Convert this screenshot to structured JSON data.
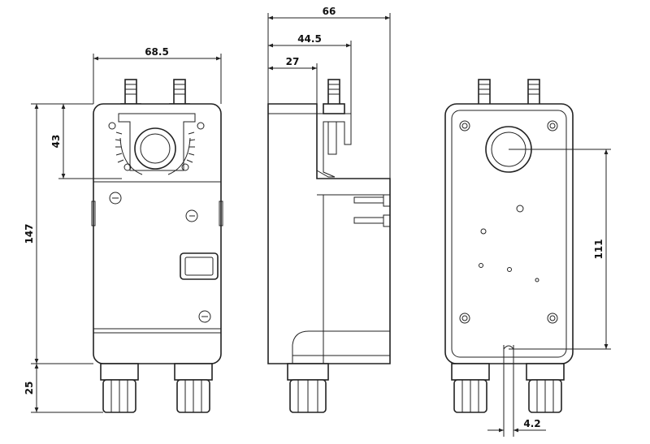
{
  "dimensions": {
    "front_width": "68.5",
    "front_total_height": "147",
    "front_top_section": "43",
    "front_gland": "25",
    "side_total": "66",
    "side_mid": "44.5",
    "side_small": "27",
    "back_vertical": "111",
    "back_offset": "4.2"
  }
}
